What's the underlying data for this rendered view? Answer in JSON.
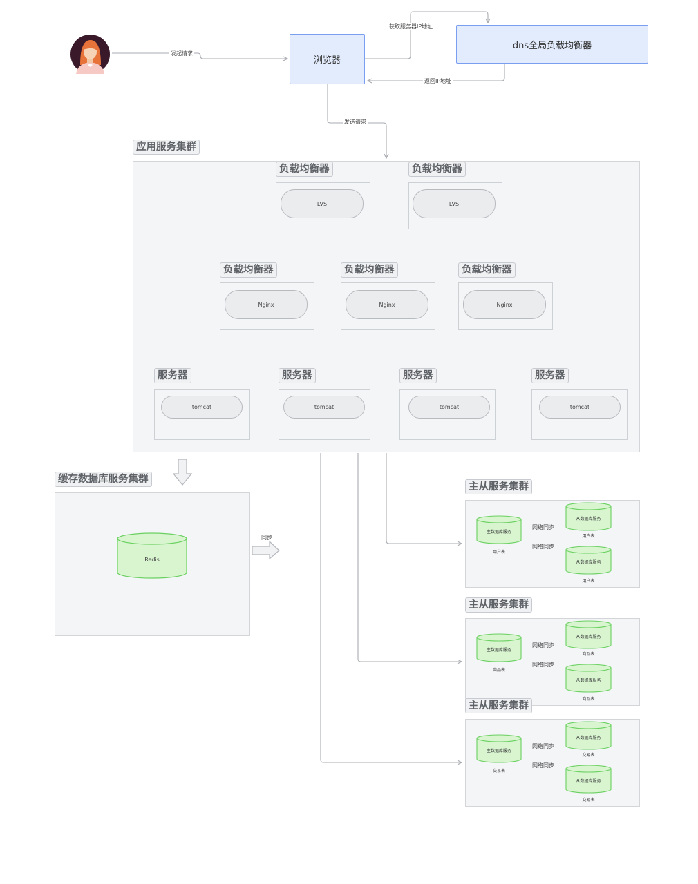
{
  "user_action": "发起请求",
  "browser": "浏览器",
  "dns": "dns全局负载均衡器",
  "get_ip": "获取服务器IP地址",
  "return_ip": "返回IP地址",
  "send_request": "发送请求",
  "app_cluster": {
    "title": "应用服务集群",
    "lvs": [
      {
        "tag": "负载均衡器",
        "label": "LVS"
      },
      {
        "tag": "负载均衡器",
        "label": "LVS"
      }
    ],
    "nginx": [
      {
        "tag": "负载均衡器",
        "label": "Nginx"
      },
      {
        "tag": "负载均衡器",
        "label": "Nginx"
      },
      {
        "tag": "负载均衡器",
        "label": "Nginx"
      }
    ],
    "servers": [
      {
        "tag": "服务器",
        "label": "tomcat"
      },
      {
        "tag": "服务器",
        "label": "tomcat"
      },
      {
        "tag": "服务器",
        "label": "tomcat"
      },
      {
        "tag": "服务器",
        "label": "tomcat"
      }
    ]
  },
  "cache_cluster": {
    "title": "缓存数据库服务集群",
    "db": "Redis",
    "sync": "同步"
  },
  "ms_clusters": [
    {
      "title": "主从服务集群",
      "master": "主数据库服务",
      "master_table": "用户表",
      "sync1": "网络同步",
      "sync2": "网络同步",
      "slave1": "从数据库服务",
      "slave1_table": "用户表",
      "slave2": "从数据库服务",
      "slave2_table": "用户表"
    },
    {
      "title": "主从服务集群",
      "master": "主数据库服务",
      "master_table": "商品表",
      "sync1": "网络同步",
      "sync2": "网络同步",
      "slave1": "从数据库服务",
      "slave1_table": "商品表",
      "slave2": "从数据库服务",
      "slave2_table": "商品表"
    },
    {
      "title": "主从服务集群",
      "master": "主数据库服务",
      "master_table": "交易表",
      "sync1": "网络同步",
      "sync2": "网络同步",
      "slave1": "从数据库服务",
      "slave1_table": "交易表",
      "slave2": "从数据库服务",
      "slave2_table": "交易表"
    }
  ],
  "colors": {
    "blue_fill": "#e3ecfd",
    "blue_stroke": "#7a9ef0",
    "db_fill": "#d8f5d0",
    "db_stroke": "#6ad060",
    "cluster_fill": "#f4f5f7",
    "connector": "#a8abb0",
    "avatar_bg": "#3a1a2a",
    "avatar_hair": "#e8733a"
  }
}
